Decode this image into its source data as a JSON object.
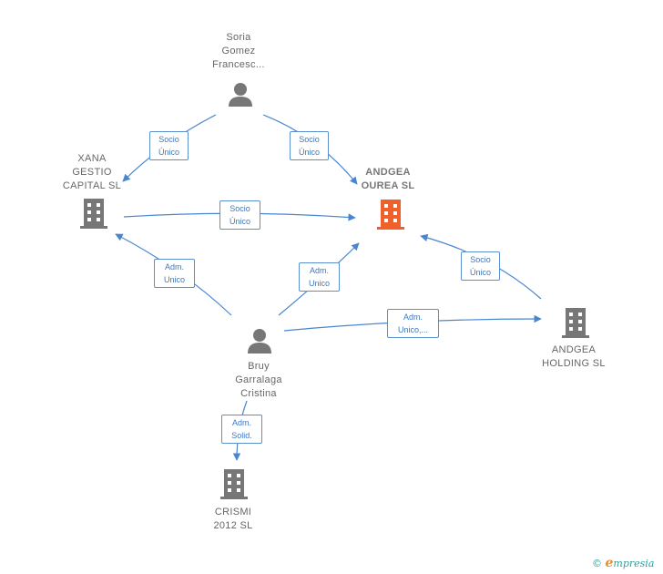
{
  "nodes": {
    "soria": {
      "label": "Soria\nGomez\nFrancesc..."
    },
    "xana": {
      "label": "XANA\nGESTIO\nCAPITAL  SL"
    },
    "andgea_ourea": {
      "label": "ANDGEA\nOUREA  SL",
      "color": "#f0602a"
    },
    "andgea_holding": {
      "label": "ANDGEA\nHOLDING  SL"
    },
    "bruy": {
      "label": "Bruy\nGarralaga\nCristina"
    },
    "crismi": {
      "label": "CRISMI\n2012 SL"
    }
  },
  "edges": {
    "soria_xana": "Socio\nÚnico",
    "soria_ourea": "Socio\nÚnico",
    "xana_ourea": "Socio\nÚnico",
    "bruy_xana": "Adm.\nUnico",
    "bruy_ourea": "Adm.\nUnico",
    "holding_ourea": "Socio\nÚnico",
    "bruy_holding": "Adm.\nUnico,...",
    "bruy_crismi": "Adm.\nSolid."
  },
  "colors": {
    "edge": "#4a86d0",
    "node": "#777777",
    "focus": "#f0602a"
  },
  "footer": {
    "copyright": "©",
    "brand_initial": "e",
    "brand_rest": "mpresia"
  }
}
